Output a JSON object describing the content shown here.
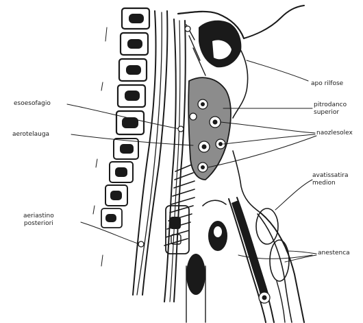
{
  "labels": {
    "esophagus": "esoesofagio",
    "retropharyngeal": "aerotelauga",
    "mediastinum": "aeriastino\nposteriori",
    "apex": "apo rilfose",
    "superior_pharynx": "pitrodanco\nsuperior",
    "nodes": "naozlesolex",
    "middle": "avatissatira\nmedion",
    "anterior": "anestenca"
  },
  "colors": {
    "ink": "#1a1a1a",
    "shade": "#8c8c8c",
    "paper": "#ffffff"
  }
}
